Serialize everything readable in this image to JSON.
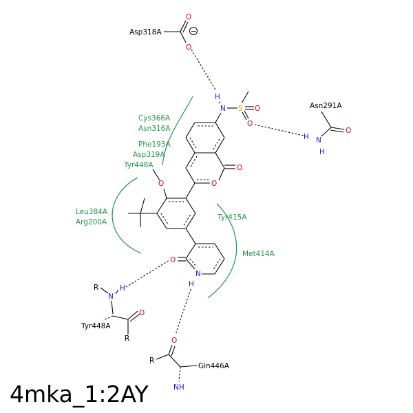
{
  "title": "4mka_1:2AY",
  "residues": {
    "asp318": "Asp318A",
    "asn291": "Asn291A",
    "tyr448_bottom": "Tyr448A",
    "gln446": "Gln446A"
  },
  "pocket_labels": {
    "cys366": "Cys366A",
    "asn316": "Asn316A",
    "phe193": "Phe193A",
    "asp319": "Asp319A",
    "tyr448": "Tyr448A",
    "leu384": "Leu384A",
    "arg200": "Arg200A",
    "tyr415": "Tyr415A",
    "met414": "Met414A"
  },
  "atoms": {
    "o": "O",
    "n": "N",
    "h": "H",
    "s": "S",
    "r": "R",
    "nh": "NH",
    "charge": "−"
  },
  "colors": {
    "oxygen": "#e00000",
    "nitrogen": "#1a1ad6",
    "sulfur": "#c9a400",
    "hydrophobic_contact": "#2e9b57"
  }
}
